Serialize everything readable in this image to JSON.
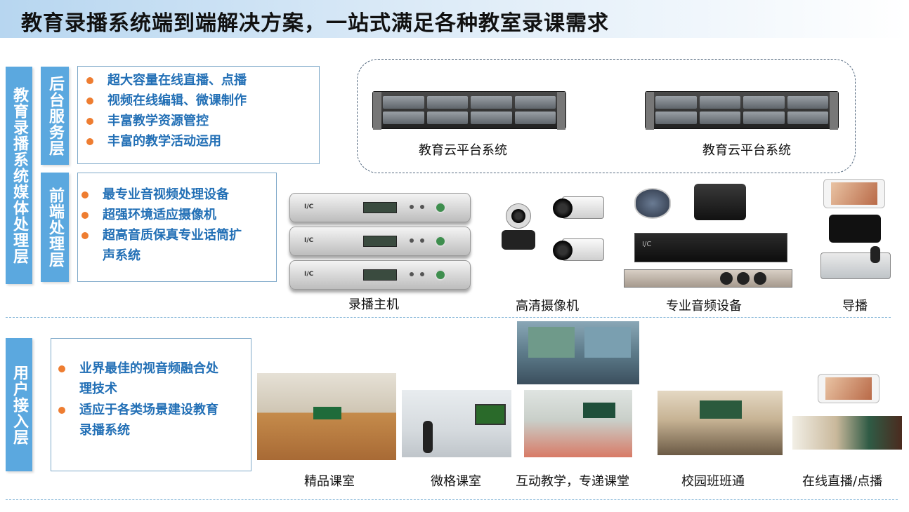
{
  "title": "教育录播系统端到端解决方案，一站式满足各种教室录课需求",
  "side_bars": {
    "media_layer": "教育录播系统媒体处理层",
    "backend_layer": "后台服务层",
    "frontend_layer": "前端处理层",
    "user_layer": "用户接入层"
  },
  "backend_items": [
    "超大容量在线直播、点播",
    "视频在线编辑、微课制作",
    "丰富教学资源管控",
    "丰富的教学活动运用"
  ],
  "frontend_items": [
    "最专业音视频处理设备",
    "超强环境适应摄像机",
    "超高音质保真专业话筒扩",
    "声系统"
  ],
  "user_items": [
    "业界最佳的视音频融合处",
    "理技术",
    "适应于各类场景建设教育",
    "录播系统"
  ],
  "cloud": {
    "left_label": "教育云平台系统",
    "right_label": "教育云平台系统"
  },
  "devices": {
    "recorder": "录播主机",
    "camera": "高清摄像机",
    "audio": "专业音频设备",
    "director": "导播"
  },
  "classrooms": {
    "premium": "精品课室",
    "micro": "微格课室",
    "interactive": "互动教学，专递课堂",
    "campus": "校园班班通",
    "online": "在线直播/点播"
  },
  "colors": {
    "accent_blue": "#5ba8df",
    "text_blue": "#2370b6",
    "bullet_orange": "#ee7d31"
  }
}
